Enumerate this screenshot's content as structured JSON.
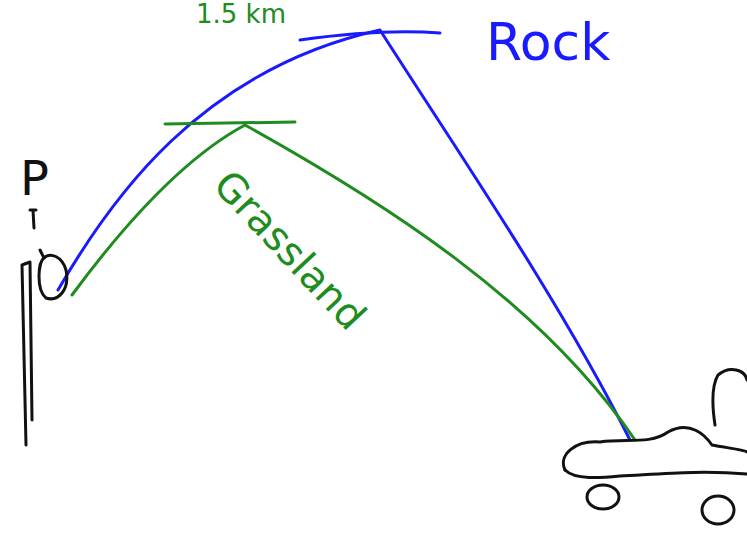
{
  "diagram": {
    "labels": [
      "1.5 km",
      "Rock",
      "Grassland",
      "P"
    ]
  }
}
